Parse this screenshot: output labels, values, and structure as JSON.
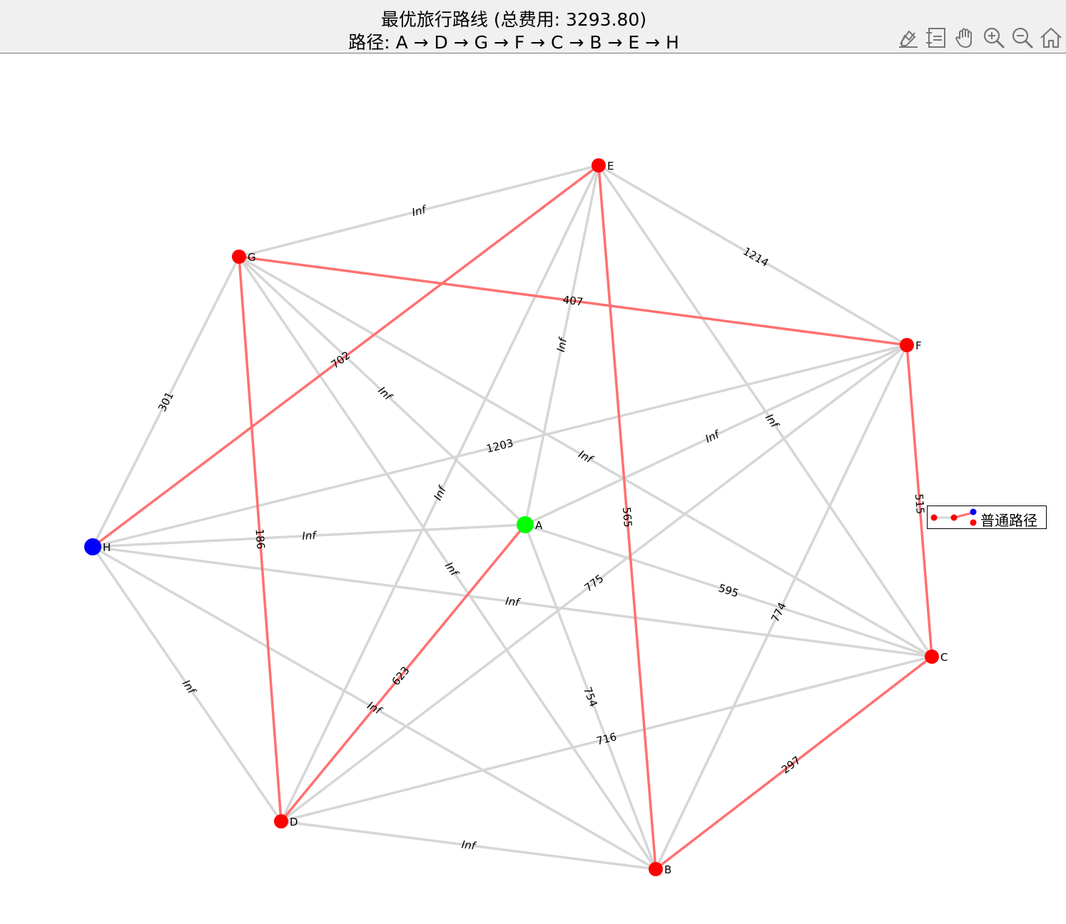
{
  "title": {
    "line1": "最优旅行路线 (总费用: 3293.80)",
    "line2": "路径: A → D → G → F → C → B → E → H"
  },
  "toolbar": [
    {
      "name": "edit-plot-icon"
    },
    {
      "name": "legend-toggle-icon"
    },
    {
      "name": "pan-hand-icon"
    },
    {
      "name": "zoom-in-icon"
    },
    {
      "name": "zoom-out-icon"
    },
    {
      "name": "home-icon"
    }
  ],
  "legend": {
    "label": "普通路径"
  },
  "colors": {
    "path_edge": "#ff7070",
    "normal_edge": "#d6d6d6",
    "start_node": "#00ff00",
    "end_node": "#0000ff",
    "node": "#ff0000"
  },
  "graph": {
    "nodes": [
      {
        "id": "A",
        "label": "A",
        "role": "start"
      },
      {
        "id": "B",
        "label": "B",
        "role": "normal"
      },
      {
        "id": "C",
        "label": "C",
        "role": "normal"
      },
      {
        "id": "D",
        "label": "D",
        "role": "normal"
      },
      {
        "id": "E",
        "label": "E",
        "role": "normal"
      },
      {
        "id": "F",
        "label": "F",
        "role": "normal"
      },
      {
        "id": "G",
        "label": "G",
        "role": "normal"
      },
      {
        "id": "H",
        "label": "H",
        "role": "end"
      }
    ],
    "edges": [
      {
        "from": "E",
        "to": "G",
        "label": "Inf",
        "on_path": false
      },
      {
        "from": "E",
        "to": "F",
        "label": "1214",
        "on_path": false
      },
      {
        "from": "E",
        "to": "A",
        "label": "Inf",
        "on_path": false
      },
      {
        "from": "E",
        "to": "D",
        "label": "Inf",
        "on_path": false
      },
      {
        "from": "E",
        "to": "C",
        "label": "Inf",
        "on_path": false
      },
      {
        "from": "G",
        "to": "H",
        "label": "301",
        "on_path": false
      },
      {
        "from": "G",
        "to": "A",
        "label": "Inf",
        "on_path": false
      },
      {
        "from": "G",
        "to": "B",
        "label": "Inf",
        "on_path": false
      },
      {
        "from": "G",
        "to": "C",
        "label": "Inf",
        "on_path": false
      },
      {
        "from": "F",
        "to": "H",
        "label": "1203",
        "on_path": false
      },
      {
        "from": "F",
        "to": "A",
        "label": "Inf",
        "on_path": false
      },
      {
        "from": "F",
        "to": "D",
        "label": "775",
        "on_path": false
      },
      {
        "from": "F",
        "to": "B",
        "label": "774",
        "on_path": false
      },
      {
        "from": "H",
        "to": "A",
        "label": "Inf",
        "on_path": false
      },
      {
        "from": "H",
        "to": "C",
        "label": "Inf",
        "on_path": false
      },
      {
        "from": "H",
        "to": "D",
        "label": "Inf",
        "on_path": false
      },
      {
        "from": "H",
        "to": "B",
        "label": "Inf",
        "on_path": false
      },
      {
        "from": "A",
        "to": "C",
        "label": "595",
        "on_path": false
      },
      {
        "from": "A",
        "to": "B",
        "label": "754",
        "on_path": false
      },
      {
        "from": "D",
        "to": "C",
        "label": "716",
        "on_path": false
      },
      {
        "from": "D",
        "to": "B",
        "label": "Inf",
        "on_path": false
      },
      {
        "from": "A",
        "to": "D",
        "label": "623",
        "on_path": true
      },
      {
        "from": "D",
        "to": "G",
        "label": "186",
        "on_path": true
      },
      {
        "from": "G",
        "to": "F",
        "label": "407",
        "on_path": true
      },
      {
        "from": "F",
        "to": "C",
        "label": "515",
        "on_path": true
      },
      {
        "from": "C",
        "to": "B",
        "label": "297",
        "on_path": true
      },
      {
        "from": "B",
        "to": "E",
        "label": "565",
        "on_path": true
      },
      {
        "from": "E",
        "to": "H",
        "label": "702",
        "on_path": true
      }
    ]
  }
}
